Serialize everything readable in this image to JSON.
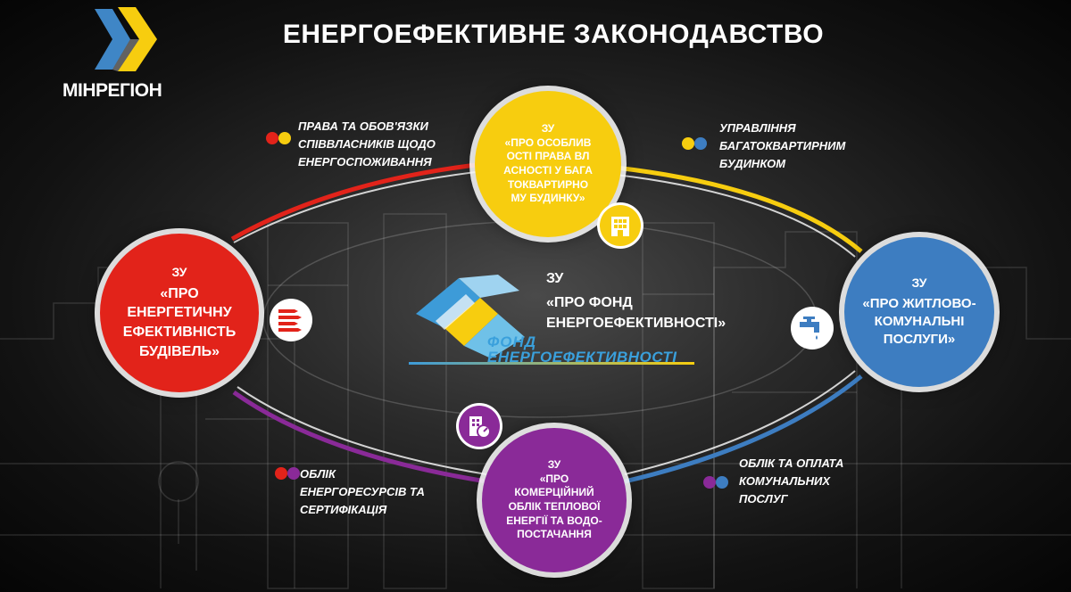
{
  "header": {
    "title": "ЕНЕРГОЕФЕКТИВНЕ ЗАКОНОДАВСТВО",
    "brand": "МІНРЕГІОН"
  },
  "circles": {
    "top": {
      "law": "ЗУ",
      "body": "«ПРО ОСОБЛИВОСТІ ПРАВА ВЛАСНОСТІ У БАГАТОКВАРТИРНОМУ БУДИНКУ»",
      "color": "#f7cd0f",
      "icon": "apartment-building-icon"
    },
    "left": {
      "law": "ЗУ",
      "body": "«ПРО ЕНЕРГЕТИЧНУ ЕФЕКТИВНІСТЬ БУДІВЕЛЬ»",
      "color": "#e2231a",
      "icon": "energy-rating-icon"
    },
    "right": {
      "law": "ЗУ",
      "body": "«ПРО ЖИТЛОВО-КОМУНАЛЬНІ ПОСЛУГИ»",
      "color": "#3d7dc1",
      "icon": "water-tap-icon"
    },
    "bottom": {
      "law": "ЗУ",
      "body": "«ПРО КОМЕРЦІЙНИЙ ОБЛІК ТЕПЛОВОЇ ЕНЕРГІЇ ТА ВОДО-ПОСТАЧАННЯ",
      "color": "#8a2a98",
      "icon": "building-meter-icon"
    }
  },
  "center": {
    "law": "ЗУ",
    "body": "«ПРО ФОНД ЕНЕРГОЕФЕКТИВНОСТІ»",
    "logo_line1": "ФОНД",
    "logo_line2": "ЕНЕРГОЕФЕКТИВНОСТІ"
  },
  "topics": {
    "top_left": {
      "text": "ПРАВА ТА ОБОВ'ЯЗКИ СПІВВЛАСНИКІВ ЩОДО ЕНЕРГОСПОЖИВАННЯ",
      "dots": [
        "#e2231a",
        "#f7cd0f"
      ]
    },
    "top_right": {
      "text": "УПРАВЛІННЯ БАГАТОКВАРТИРНИМ БУДИНКОМ",
      "dots": [
        "#f7cd0f",
        "#3d7dc1"
      ]
    },
    "bottom_left": {
      "text": "ОБЛІК ЕНЕРГОРЕСУРСІВ ТА СЕРТИФІКАЦІЯ",
      "dots": [
        "#e2231a",
        "#8a2a98"
      ]
    },
    "bottom_right": {
      "text": "ОБЛІК ТА ОПЛАТА КОМУНАЛЬНИХ ПОСЛУГ",
      "dots": [
        "#8a2a98",
        "#3d7dc1"
      ]
    }
  }
}
